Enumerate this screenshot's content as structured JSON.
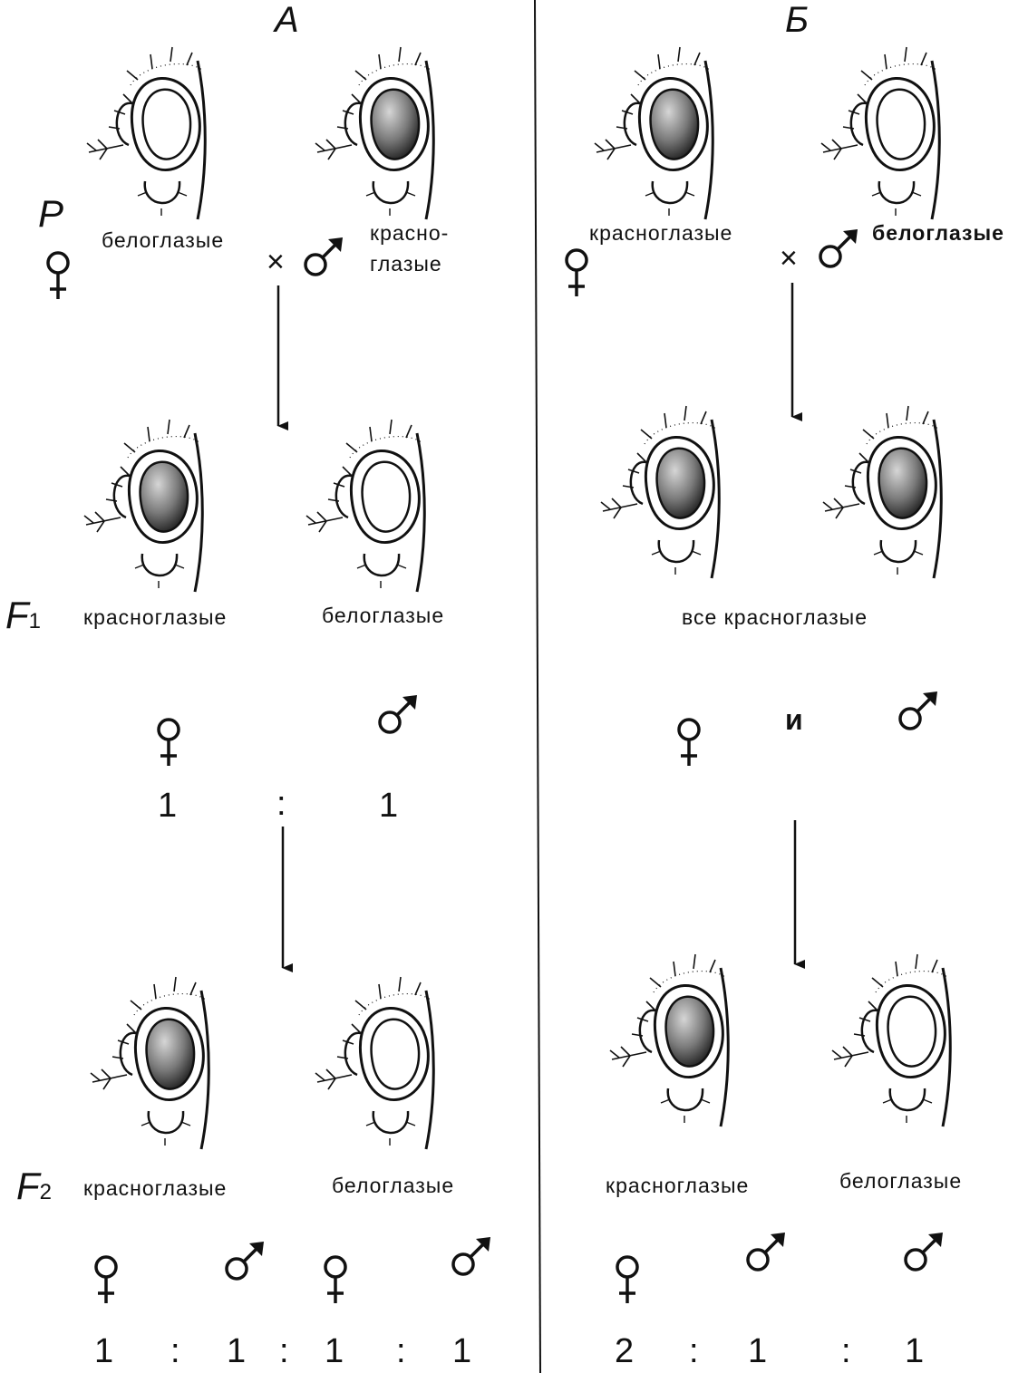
{
  "panels": {
    "a": {
      "title": "А",
      "parents": {
        "gen": "P",
        "left_label": "белоглазые",
        "right_label_1": "красно-",
        "right_label_2": "глазые",
        "cross": "×"
      },
      "f1": {
        "gen": "F",
        "gen_sub": "1",
        "left_label": "красноглазые",
        "right_label": "белоглазые",
        "ratio": [
          "1",
          ":",
          "1"
        ]
      },
      "f2": {
        "gen": "F",
        "gen_sub": "2",
        "left_label": "красноглазые",
        "right_label": "белоглазые",
        "ratio": [
          "1",
          ":",
          "1",
          ":",
          "1",
          ":",
          "1"
        ]
      }
    },
    "b": {
      "title": "Б",
      "parents": {
        "left_label": "красноглазые",
        "right_label": "белоглазые",
        "cross": "×"
      },
      "f1": {
        "label": "все красноглазые",
        "conj": "и"
      },
      "f2": {
        "left_label": "красноглазые",
        "right_label": "белоглазые",
        "ratio": [
          "2",
          ":",
          "1",
          ":",
          "1"
        ]
      }
    }
  },
  "colors": {
    "ink": "#111111",
    "red_eye": "#2a2a2a"
  }
}
